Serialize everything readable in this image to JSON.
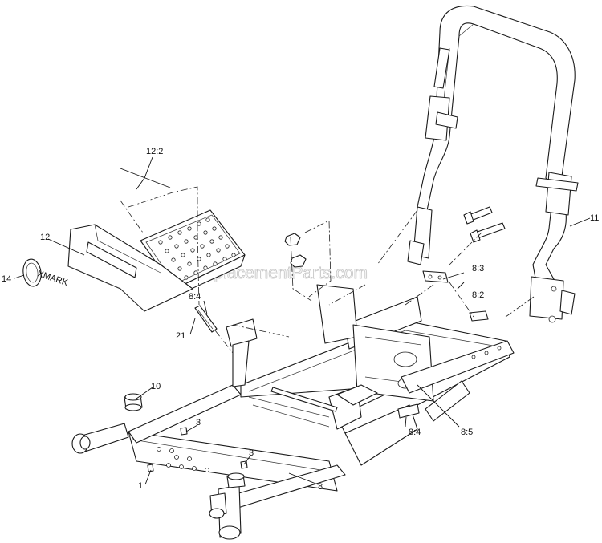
{
  "watermark": "eReplacementParts.com",
  "callouts": {
    "c12_2": "12:2",
    "c12": "12",
    "c14": "14",
    "c8_4a": "8:4",
    "c21": "21",
    "c10": "10",
    "c3a": "3",
    "c3b": "3",
    "c1": "1",
    "c8": "8",
    "c8_3": "8:3",
    "c8_2": "8:2",
    "c8_4b": "8:4",
    "c8_5": "8:5",
    "c11": "11"
  },
  "decal_text": "XMARK"
}
